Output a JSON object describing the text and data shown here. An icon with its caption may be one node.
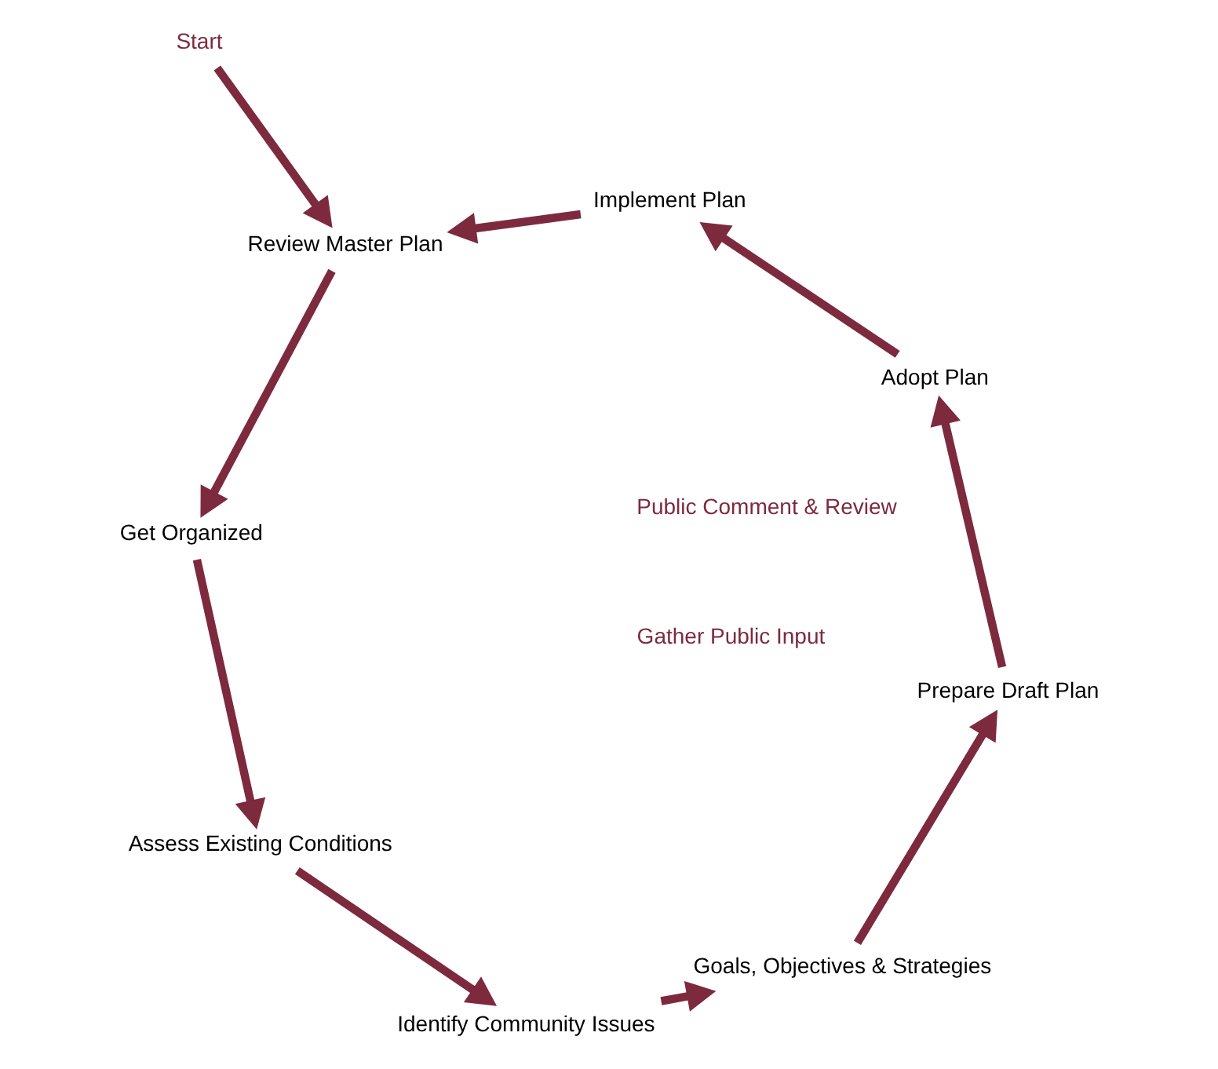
{
  "diagram": {
    "nodes": [
      {
        "text": [
          "Review Master Plan"
        ]
      },
      {
        "text": [
          "Get Organized"
        ]
      },
      {
        "text": [
          "Assess Existing Conditions"
        ]
      },
      {
        "text": [
          "Identify Community Issues"
        ]
      },
      {
        "text": [
          "Goals, Objectives & Strategies"
        ]
      },
      {
        "text": [
          "Prepare Draft Plan"
        ]
      },
      {
        "text": [
          "Adopt Plan"
        ]
      },
      {
        "text": [
          "Implement Plan"
        ]
      },
      {
        "text": [
          "Start"
        ]
      }
    ],
    "edges": [
      {
        "from": 8,
        "to": 0,
        "arrow": "to"
      },
      {
        "from": 0,
        "to": 1,
        "arrow": "to"
      },
      {
        "from": 1,
        "to": 2,
        "arrow": "to"
      },
      {
        "from": 2,
        "to": 3,
        "arrow": "to"
      },
      {
        "from": 3,
        "to": 4,
        "arrow": "to"
      },
      {
        "from": 4,
        "to": 5,
        "arrow": "to"
      },
      {
        "from": 5,
        "to": 6,
        "arrow": "to"
      },
      {
        "from": 6,
        "to": 7,
        "arrow": "to"
      },
      {
        "from": 7,
        "to": 0,
        "arrow": "to"
      }
    ],
    "labels": [
      "Public Comment & Review",
      "Gather Public Input"
    ]
  }
}
